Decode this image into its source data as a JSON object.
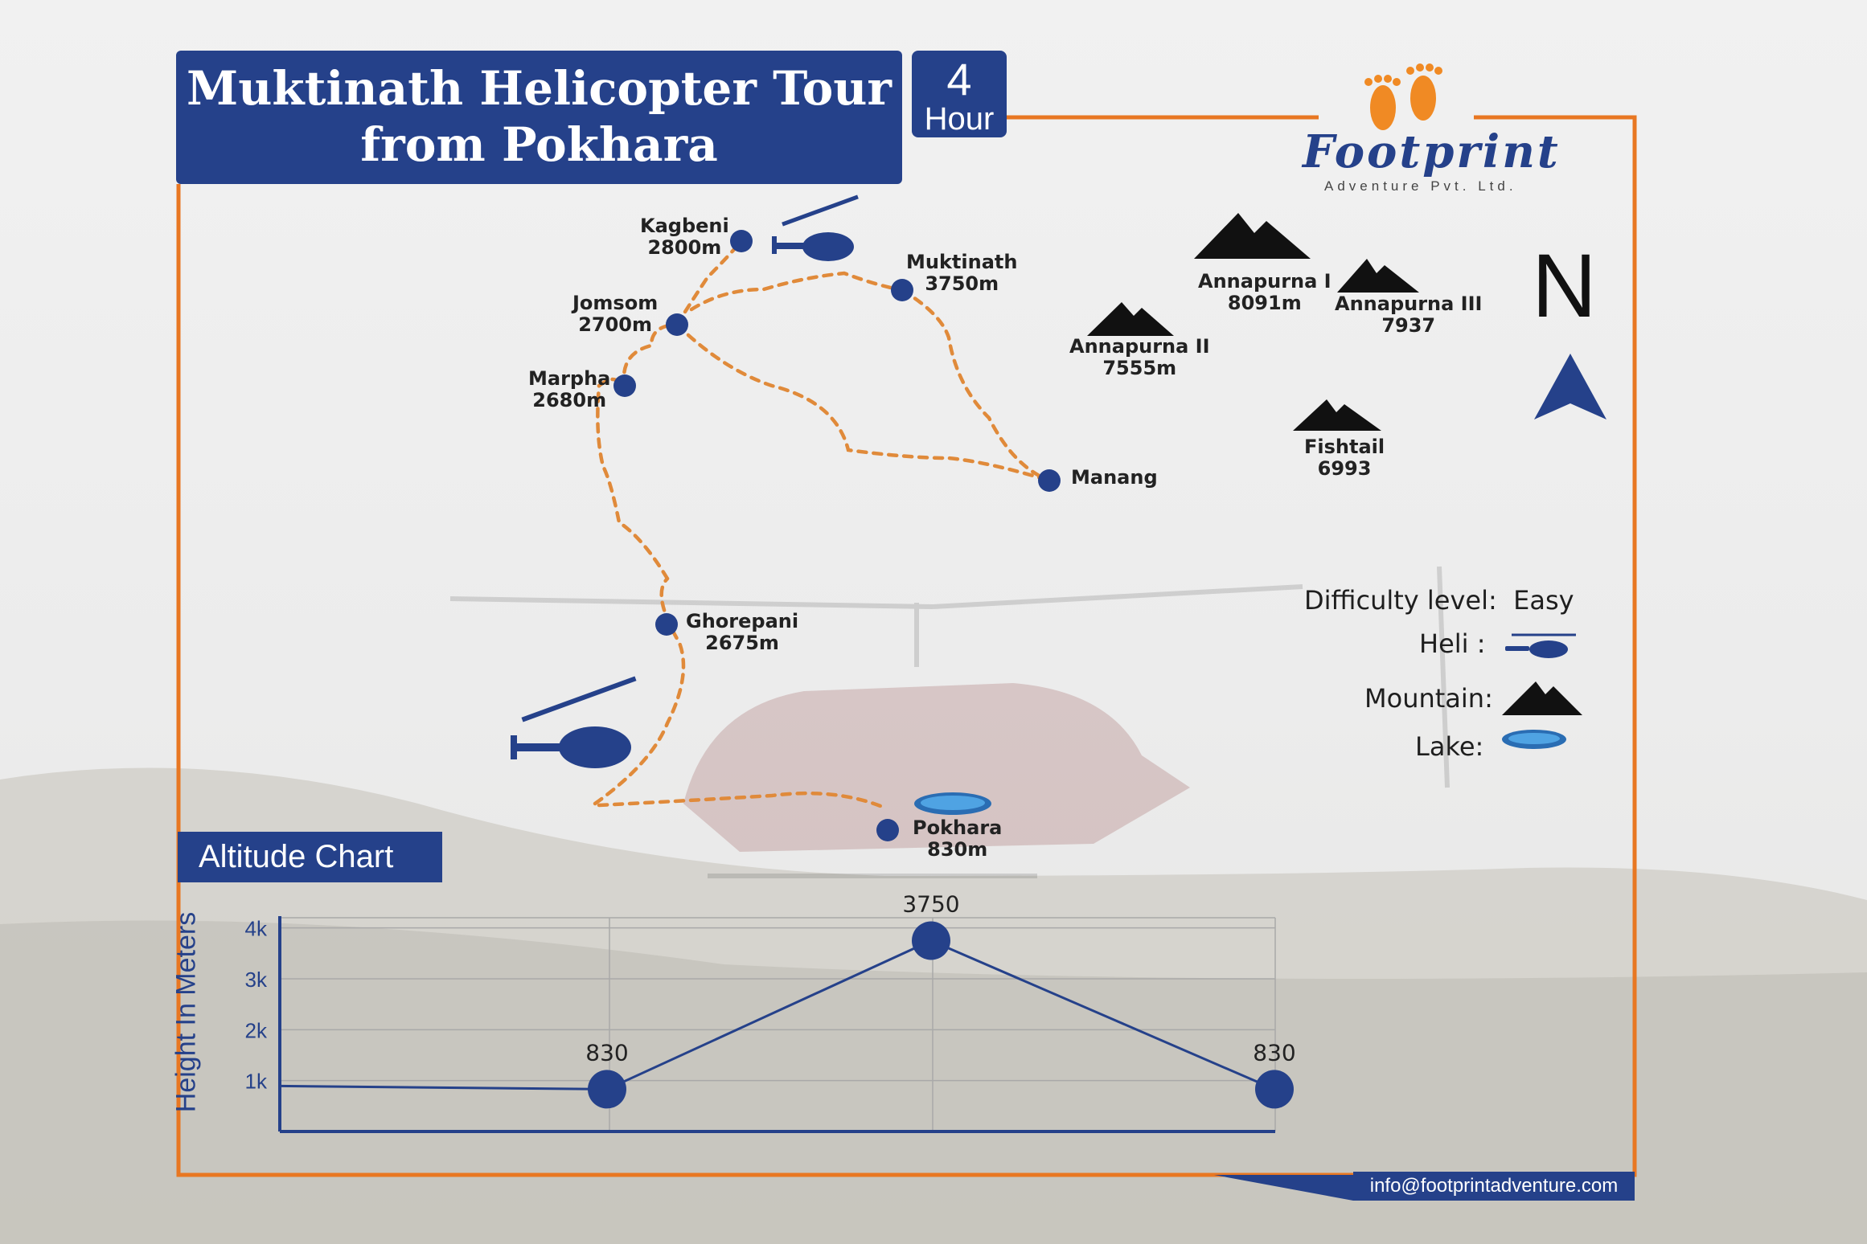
{
  "title": {
    "line1": "Muktinath Helicopter Tour",
    "line2": "from  Pokhara"
  },
  "duration": {
    "value": "4",
    "unit": "Hour"
  },
  "brand": {
    "name": "Footprint",
    "sub": "Adventure Pvt. Ltd.",
    "email": "info@footprintadventure.com"
  },
  "colors": {
    "navy": "#25418a",
    "orange": "#e87722",
    "route": "#e08a3a"
  },
  "north": {
    "letter": "N"
  },
  "places": {
    "kagbeni": {
      "name": "Kagbeni",
      "alt": "2800m"
    },
    "muktinath": {
      "name": "Muktinath",
      "alt": "3750m"
    },
    "jomsom": {
      "name": "Jomsom",
      "alt": "2700m"
    },
    "marpha": {
      "name": "Marpha",
      "alt": "2680m"
    },
    "manang": {
      "name": "Manang"
    },
    "ghorepani": {
      "name": "Ghorepani",
      "alt": "2675m"
    },
    "pokhara": {
      "name": "Pokhara",
      "alt": "830m"
    }
  },
  "mountains": {
    "annapurna1": {
      "name": "Annapurna I",
      "alt": "8091m"
    },
    "annapurna2": {
      "name": "Annapurna II",
      "alt": "7555m"
    },
    "annapurna3": {
      "name": "Annapurna III",
      "alt": "7937"
    },
    "fishtail": {
      "name": "Fishtail",
      "alt": "6993"
    }
  },
  "legend": {
    "difficulty_label": "Difficulty level:",
    "difficulty_value": "Easy",
    "heli_label": "Heli :",
    "mountain_label": "Mountain:",
    "lake_label": "Lake:"
  },
  "altitude_chart": {
    "heading": "Altitude Chart",
    "ylabel": "Height In Meters",
    "yticks": [
      "1k",
      "2k",
      "3k",
      "4k"
    ]
  },
  "chart_data": {
    "type": "line",
    "title": "Altitude Chart",
    "ylabel": "Height In Meters",
    "xlabel": "",
    "y_ticks": [
      1000,
      2000,
      3000,
      4000
    ],
    "ylim": [
      0,
      4200
    ],
    "grid": true,
    "series": [
      {
        "values": [
          830,
          3750,
          830
        ],
        "labels": [
          "830",
          "3750",
          "830"
        ]
      }
    ]
  }
}
